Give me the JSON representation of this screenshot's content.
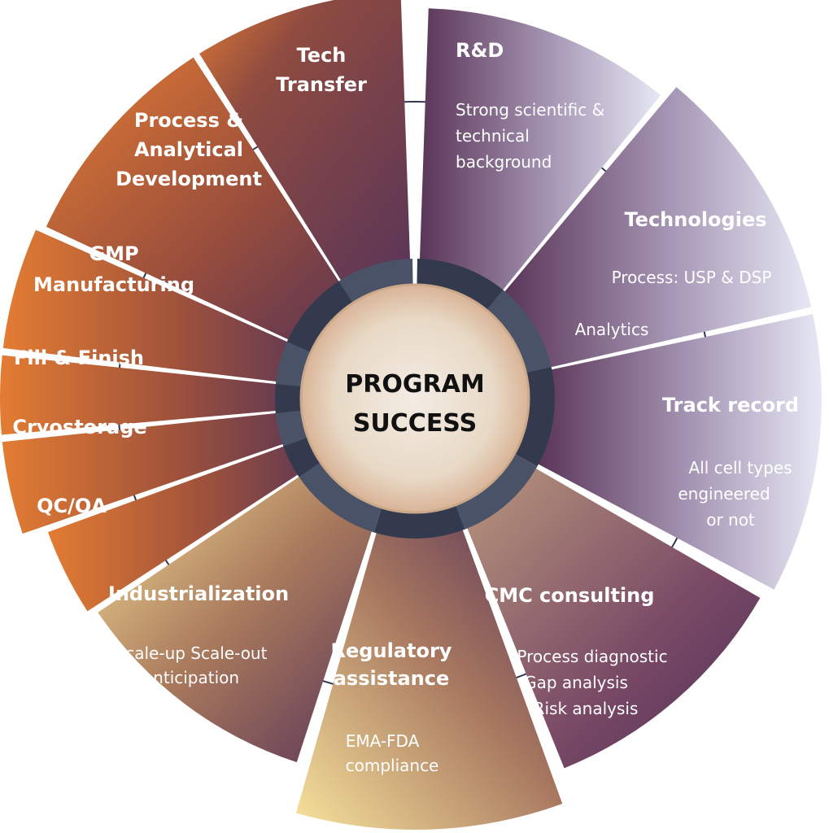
{
  "center": {
    "line1": "PROGRAM",
    "line2": "SUCCESS"
  },
  "colors": {
    "purple": "#5a3558",
    "orange": "#e07a34",
    "lavender": "#e4e6f3",
    "cream": "#f6df96",
    "ring": "#3b4255",
    "hub_fill": "#e9dccd"
  },
  "segments": [
    {
      "id": "rd",
      "title": [
        "R&D"
      ],
      "body": [
        "Strong scientific &",
        "technical",
        "background"
      ]
    },
    {
      "id": "technologies",
      "title": [
        "Technologies"
      ],
      "body": [
        "Process: USP & DSP",
        "Analytics"
      ]
    },
    {
      "id": "track-record",
      "title": [
        "Track record"
      ],
      "body": [
        "All cell types",
        "engineered",
        "or not"
      ]
    },
    {
      "id": "cmc",
      "title": [
        "CMC consulting"
      ],
      "body": [
        "Process diagnostic",
        "Gap analysis",
        "Risk analysis"
      ]
    },
    {
      "id": "regulatory",
      "title": [
        "Regulatory",
        "assistance"
      ],
      "body": [
        "EMA-FDA",
        "compliance"
      ]
    },
    {
      "id": "industrial",
      "title": [
        "Industrialization"
      ],
      "body": [
        "Scale-up  Scale-out",
        "anticipation"
      ]
    },
    {
      "id": "qcqa",
      "title": [
        "QC/QA"
      ],
      "body": []
    },
    {
      "id": "cryo",
      "title": [
        "Cryostorage"
      ],
      "body": []
    },
    {
      "id": "fill",
      "title": [
        "Fill & Finish"
      ],
      "body": []
    },
    {
      "id": "gmp",
      "title": [
        "GMP",
        "Manufacturing"
      ],
      "body": []
    },
    {
      "id": "process-dev",
      "title": [
        "Process &",
        "Analytical",
        "Development"
      ],
      "body": []
    },
    {
      "id": "tech-transfer",
      "title": [
        "Tech",
        "Transfer"
      ],
      "body": []
    }
  ]
}
